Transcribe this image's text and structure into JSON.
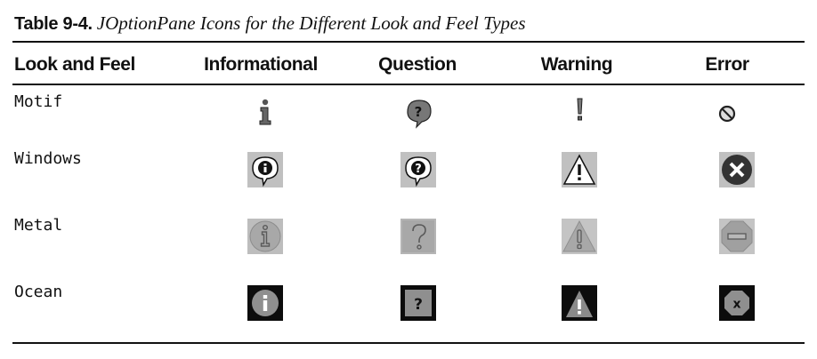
{
  "caption": {
    "label": "Table 9-4.",
    "title": "JOptionPane Icons for the Different Look and Feel Types"
  },
  "table": {
    "headers": [
      "Look and Feel",
      "Informational",
      "Question",
      "Warning",
      "Error"
    ],
    "rows": [
      {
        "label": "Motif",
        "icons": [
          "motif-information-icon",
          "motif-question-icon",
          "motif-warning-icon",
          "motif-error-icon"
        ]
      },
      {
        "label": "Windows",
        "icons": [
          "windows-information-icon",
          "windows-question-icon",
          "windows-warning-icon",
          "windows-error-icon"
        ]
      },
      {
        "label": "Metal",
        "icons": [
          "metal-information-icon",
          "metal-question-icon",
          "metal-warning-icon",
          "metal-error-icon"
        ]
      },
      {
        "label": "Ocean",
        "icons": [
          "ocean-information-icon",
          "ocean-question-icon",
          "ocean-warning-icon",
          "ocean-error-icon"
        ]
      }
    ]
  }
}
